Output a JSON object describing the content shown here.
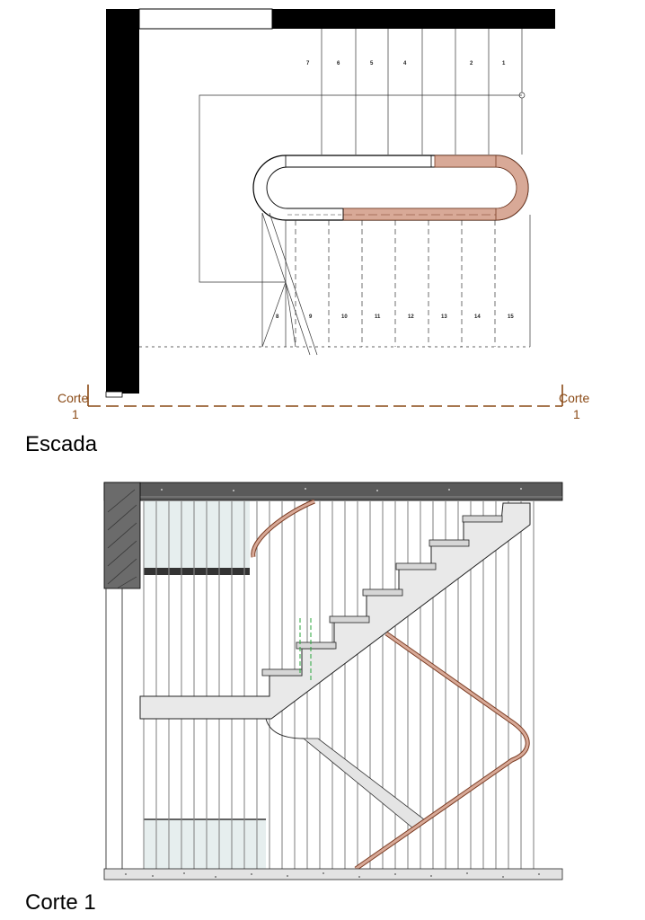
{
  "plan": {
    "title": "Escada",
    "upper_steps": [
      "7",
      "6",
      "5",
      "4",
      "2",
      "1"
    ],
    "lower_steps": [
      "8",
      "9",
      "10",
      "11",
      "12",
      "13",
      "14",
      "15"
    ],
    "cut_left": {
      "label": "Corte",
      "number": "1"
    },
    "cut_right": {
      "label": "Corte",
      "number": "1"
    }
  },
  "section": {
    "title": "Corte 1"
  },
  "colors": {
    "wall": "#000000",
    "cut_line": "#8a4a16",
    "handrail": "#c9927a",
    "concrete": "#555555",
    "stair_fill": "#e8e8e8",
    "glass": "#e6eeee",
    "section_grid": "#888888"
  }
}
